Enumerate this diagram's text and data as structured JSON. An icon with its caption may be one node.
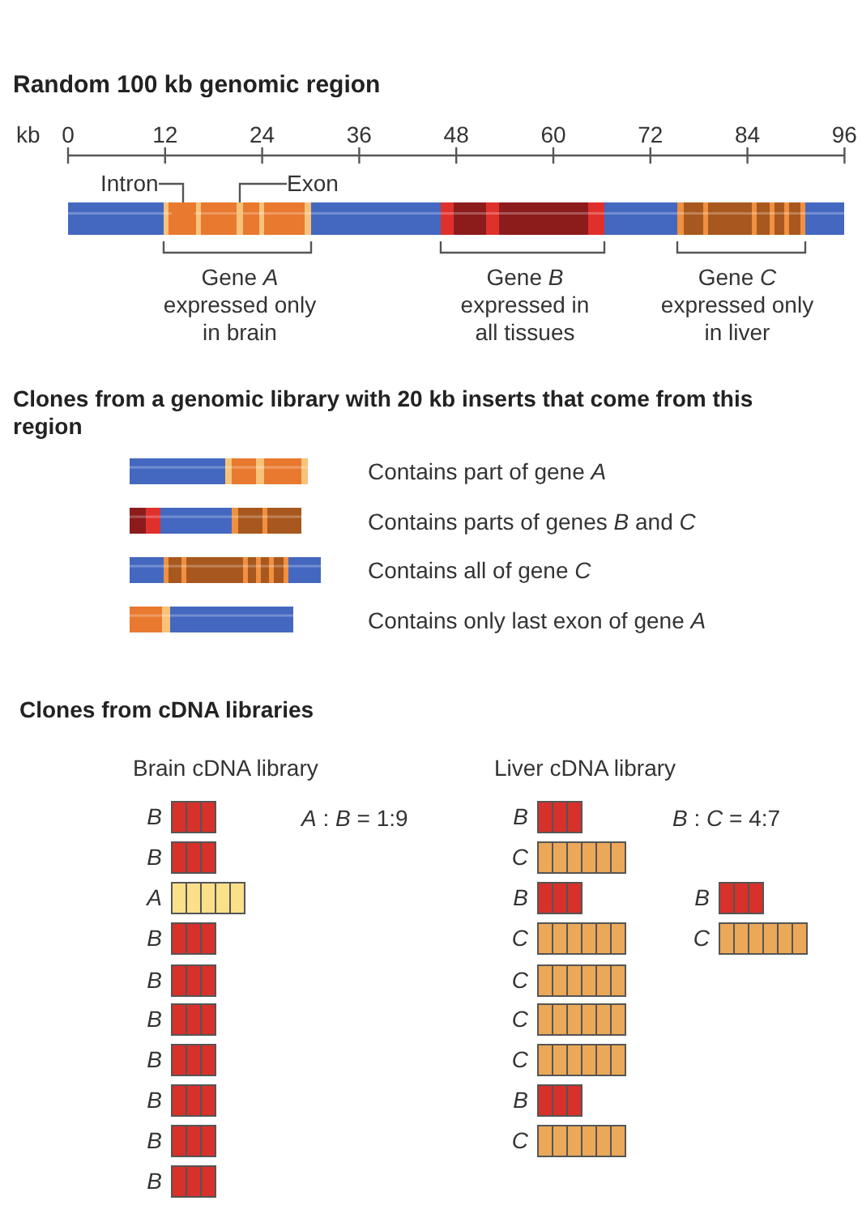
{
  "diagram": {
    "title": "Random 100 kb genomic region",
    "nodes": [
      {
        "text": [
          "Intron"
        ]
      },
      {
        "text": [
          "Exon"
        ]
      },
      {
        "text": [],
        "shape": "bar"
      },
      {
        "text": [],
        "shape": "bar"
      }
    ],
    "edges": [
      {
        "from": 0,
        "to": 2,
        "arrow": "none"
      },
      {
        "from": 1,
        "to": 3,
        "arrow": "none"
      }
    ],
    "labels": [
      "kb",
      "0",
      "12",
      "24",
      "36",
      "48",
      "60",
      "72",
      "84",
      "96",
      "Gene *A* expressed only in brain",
      "Gene *B* expressed in all tissues",
      "Gene *C* expressed only in liver",
      "Clones from a genomic library with 20 kb inserts that come from this region",
      "Contains part of gene *A*",
      "Contains parts of genes *B* and *C*",
      "Contains all of gene *C*",
      "Contains only last exon of gene *A*",
      "Clones from cDNA libraries",
      "Brain cDNA library",
      "Liver cDNA library",
      "B",
      "*A* : *B* = 1:9",
      "B",
      "*B* : *C* = 4:7",
      "B",
      "C",
      "A",
      "B",
      "B",
      "B",
      "C",
      "C",
      "B",
      "C",
      "B",
      "C",
      "B",
      "C",
      "B",
      "B",
      "B",
      "C",
      "B"
    ]
  }
}
